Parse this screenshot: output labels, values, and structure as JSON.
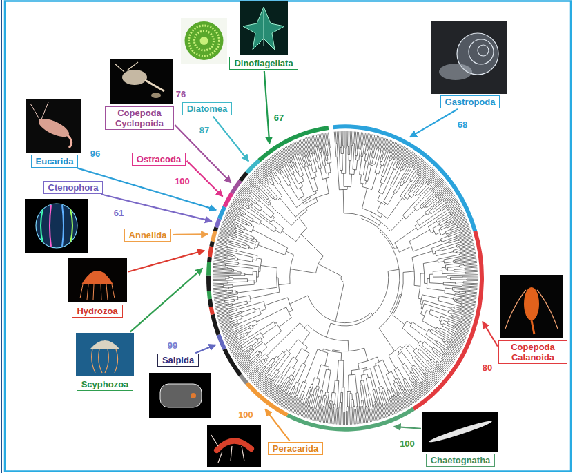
{
  "diagram": {
    "nodes": [
      {
        "text": [
          "Dinoflagellata"
        ]
      },
      {
        "text": [
          "Gastropoda"
        ]
      },
      {
        "text": [
          "Diatomea"
        ]
      },
      {
        "text": [
          "Copepoda Cyclopoida"
        ]
      },
      {
        "text": [
          "Eucarida"
        ]
      },
      {
        "text": [
          "Ostracoda"
        ]
      },
      {
        "text": [
          "Ctenophora"
        ]
      },
      {
        "text": [
          "Annelida"
        ]
      },
      {
        "text": [
          "Hydrozoa"
        ]
      },
      {
        "text": [
          "Copepoda Calanoida"
        ]
      },
      {
        "text": [
          "Salpida"
        ]
      },
      {
        "text": [
          "Scyphozoa"
        ]
      },
      {
        "text": [
          "Peracarida"
        ]
      },
      {
        "text": [
          "Chaetognatha"
        ]
      }
    ],
    "labels": [
      "76",
      "67",
      "68",
      "87",
      "96",
      "100",
      "61",
      "99",
      "80",
      "100",
      "100"
    ]
  }
}
